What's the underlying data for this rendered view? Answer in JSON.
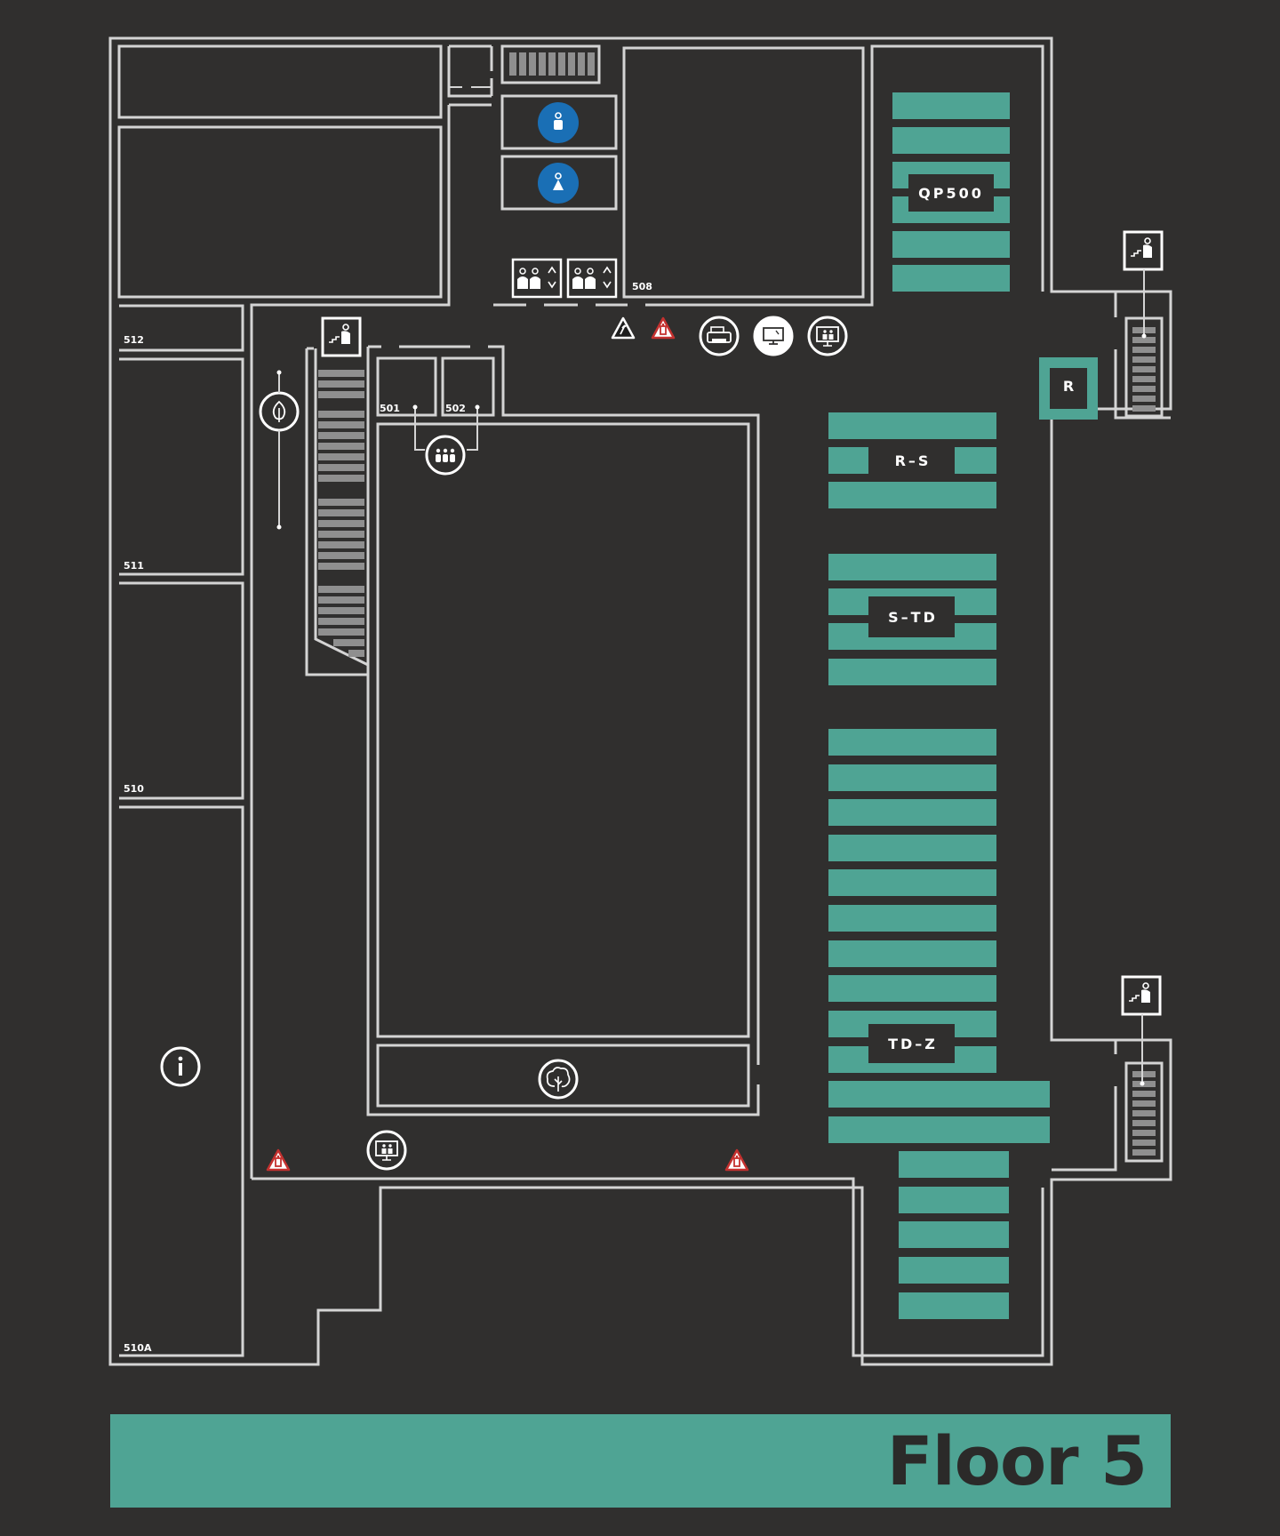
{
  "floor_title": "Floor 5",
  "rooms": {
    "r512": "512",
    "r511": "511",
    "r510": "510",
    "r510a": "510A",
    "r501": "501",
    "r502": "502",
    "r508": "508"
  },
  "sections": {
    "qp500": "QP500",
    "r": "R",
    "r_s": "R–S",
    "s_td": "S–TD",
    "td_z": "TD–Z"
  },
  "colors": {
    "background": "#302f2e",
    "walls": "#d4d4d4",
    "shelves": "#4fa494",
    "stairs": "#8f8f8f",
    "restroom": "#1a6fb5",
    "hazard": "#c4312f"
  },
  "icons": [
    "restroom-men-icon",
    "restroom-women-icon",
    "elevator-icon",
    "emergency-stair-icon",
    "fire-alarm-icon",
    "fire-extinguisher-icon",
    "printer-icon",
    "computer-icon",
    "presentation-room-icon",
    "study-room-icon",
    "quiet-zone-icon",
    "info-icon",
    "tree-icon"
  ]
}
